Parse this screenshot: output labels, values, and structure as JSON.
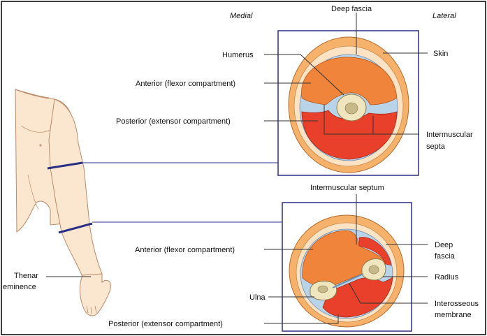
{
  "headers": {
    "medial": "Medial",
    "lateral": "Lateral"
  },
  "upper_arm": {
    "deep_fascia": "Deep fascia",
    "humerus": "Humerus",
    "skin": "Skin",
    "anterior": "Anterior (flexor compartment)",
    "posterior": "Posterior (extensor compartment)",
    "intermuscular_line1": "Intermuscular",
    "intermuscular_line2": "septa"
  },
  "forearm": {
    "intermuscular_septum": "Intermuscular septum",
    "anterior": "Anterior (flexor compartment)",
    "deep_fascia_line1": "Deep",
    "deep_fascia_line2": "fascia",
    "radius": "Radius",
    "ulna": "Ulna",
    "interosseous_line1": "Interosseous",
    "interosseous_line2": "membrane",
    "posterior": "Posterior (extensor compartment)"
  },
  "figure": {
    "thenar_line1": "Thenar",
    "thenar_line2": "eminence"
  },
  "colors": {
    "frame": "#2a2f86",
    "skin_fill": "#f6b26b",
    "skin_light": "#fde2c4",
    "muscle_anterior": "#f0843a",
    "muscle_posterior": "#e8402a",
    "fascia_blue": "#b9d3e8",
    "bone": "#efe6c0",
    "marrow": "#c8b98a",
    "body_fill": "#fbe6cf",
    "body_stroke": "#b98a6a"
  }
}
